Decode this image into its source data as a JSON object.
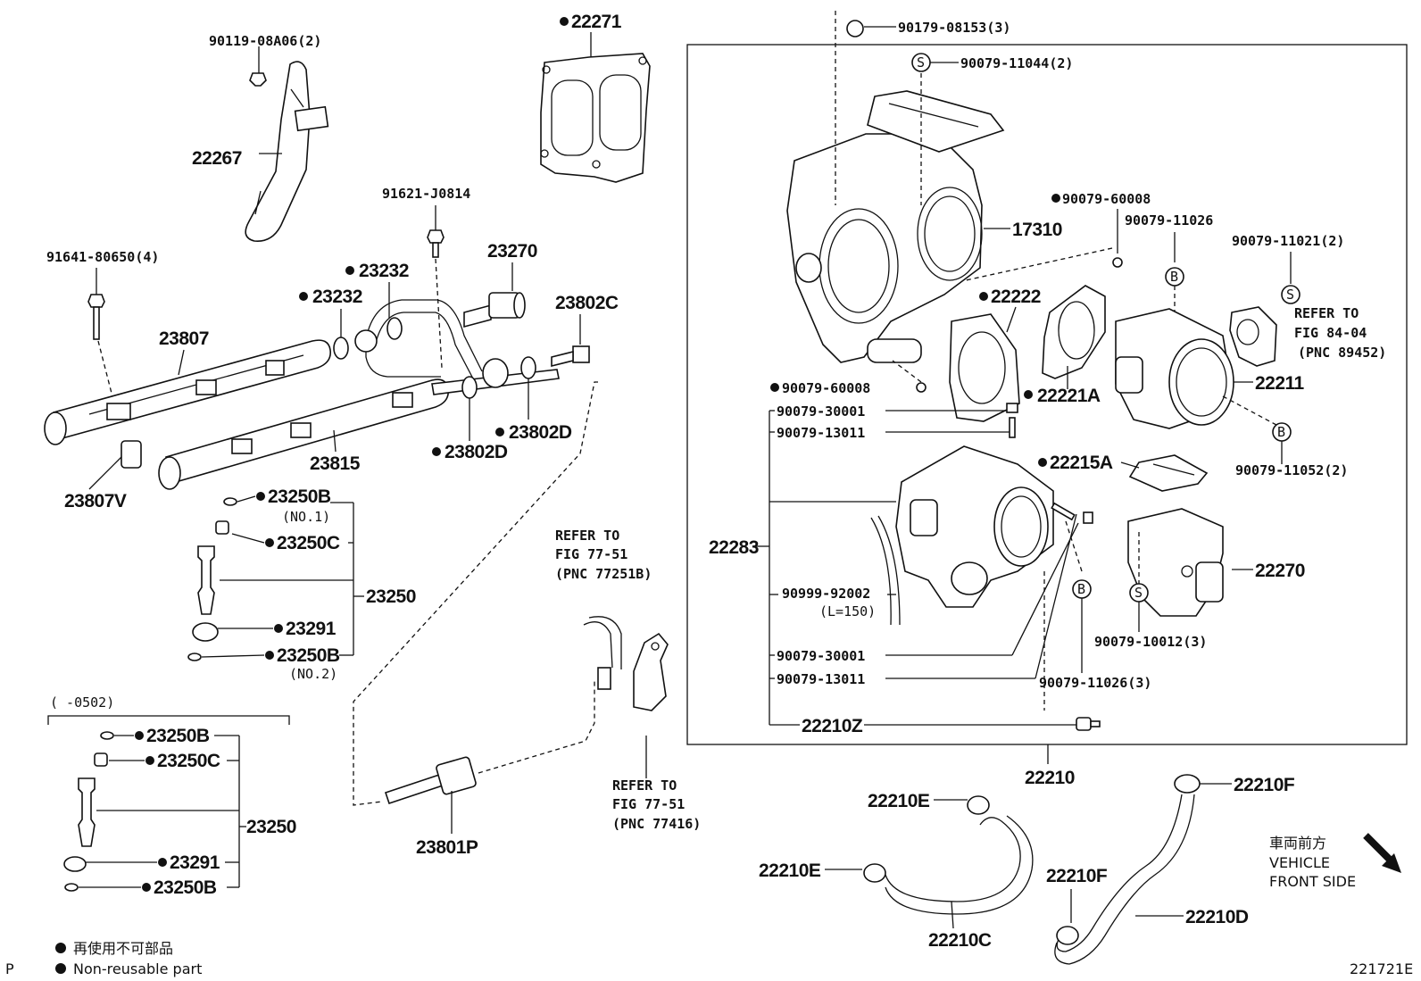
{
  "diagram": {
    "labels": {
      "p90119": "90119-08A06(2)",
      "p22271": "22271",
      "p90179": "90179-08153(3)",
      "p90079_11044": "90079-11044(2)",
      "p22267": "22267",
      "p91621": "91621-J0814",
      "p91641": "91641-80650(4)",
      "p23270": "23270",
      "p23232a": "23232",
      "p23232b": "23232",
      "p23802c": "23802C",
      "p23807": "23807",
      "p23802d_a": "23802D",
      "p23802d_b": "23802D",
      "p23815": "23815",
      "p23807v": "23807V",
      "p23250b_1": "23250B",
      "no1": "(NO.1)",
      "p23250c_1": "23250C",
      "p23250_1": "23250",
      "p23291_1": "23291",
      "p23250b_2": "23250B",
      "no2": "(NO.2)",
      "range": "(      -0502)",
      "p23250b_3": "23250B",
      "p23250c_2": "23250C",
      "p23250_2": "23250",
      "p23291_2": "23291",
      "p23250b_4": "23250B",
      "p17310": "17310",
      "p90079_60008a": "90079-60008",
      "p90079_11026": "90079-11026",
      "p90079_11021": "90079-11021(2)",
      "p22222": "22222",
      "refer_84a": "REFER TO",
      "refer_84b": "FIG 84-04",
      "refer_84c": "(PNC 89452)",
      "p90079_60008b": "90079-60008",
      "p22221a": "22221A",
      "p22211": "22211",
      "p90079_30001a": "90079-30001",
      "p90079_13011a": "90079-13011",
      "p90079_11052": "90079-11052(2)",
      "p22215a": "22215A",
      "refer_77a_1": "REFER TO",
      "refer_77a_2": "FIG 77-51",
      "refer_77a_3": "(PNC 77251B)",
      "p22283": "22283",
      "p90999": "90999-92002",
      "l150": "(L=150)",
      "p22270": "22270",
      "p90079_30001b": "90079-30001",
      "p90079_10012": "90079-10012(3)",
      "p90079_13011b": "90079-13011",
      "p90079_11026b": "90079-11026(3)",
      "p22210z": "22210Z",
      "refer_77b_1": "REFER TO",
      "refer_77b_2": "FIG 77-51",
      "refer_77b_3": "(PNC 77416)",
      "p23801p": "23801P",
      "p22210": "22210",
      "p22210f_a": "22210F",
      "p22210e_a": "22210E",
      "p22210e_b": "22210E",
      "p22210f_b": "22210F",
      "p22210c": "22210C",
      "p22210d": "22210D",
      "front_jp": "車両前方",
      "front_1": "VEHICLE",
      "front_2": "FRONT SIDE",
      "s_mark": "S",
      "b_mark": "B"
    },
    "legend": {
      "jp": "再使用不可部品",
      "en": "Non-reusable part"
    },
    "corner_left": "P",
    "figure_id": "221721E"
  }
}
